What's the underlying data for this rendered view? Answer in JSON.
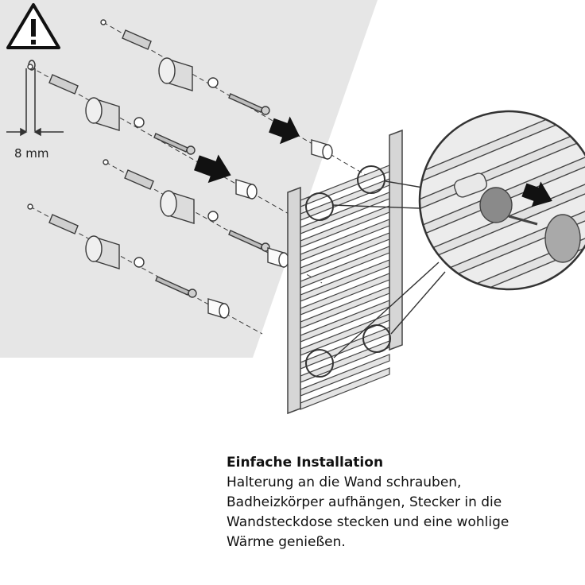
{
  "diagram": {
    "warning_icon": "warning-triangle-icon",
    "drill_label": "8 mm"
  },
  "caption": {
    "title": "Einfache Installation",
    "body": "Halterung an die Wand schrauben,\nBadheizkörper aufhängen, Stecker in die\nWandsteckdose stecken und eine wohlige\nWärme genießen."
  },
  "colors": {
    "wall": "#e6e6e6",
    "line": "#3a3a3a",
    "part_fill": "#d9d9d9",
    "arrow": "#111111"
  }
}
